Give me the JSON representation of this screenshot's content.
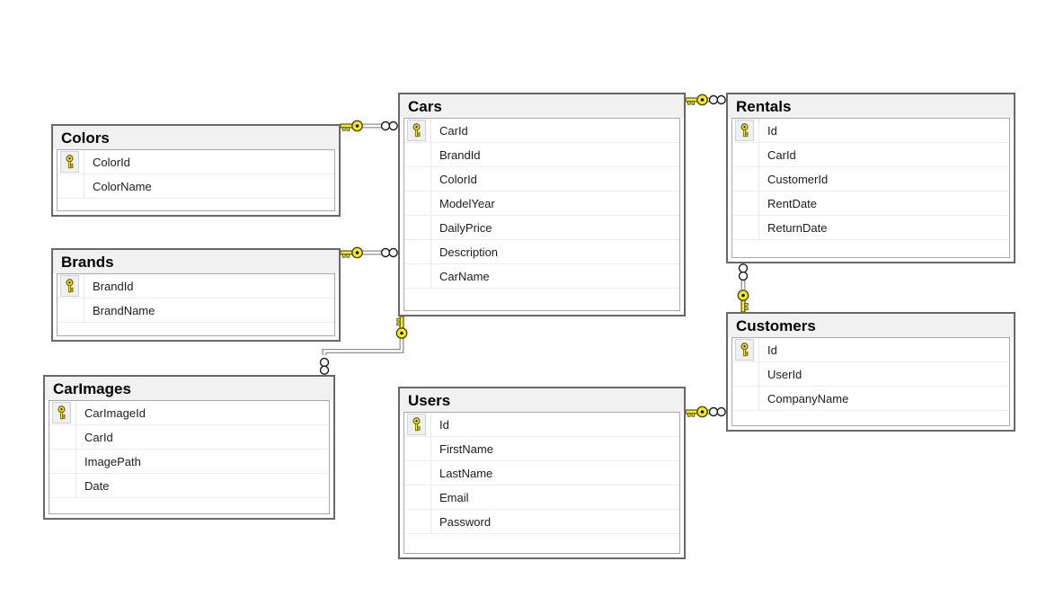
{
  "diagram": {
    "kind": "database-diagram",
    "tables": [
      {
        "name": "Colors",
        "fields": [
          {
            "name": "ColorId",
            "pk": true
          },
          {
            "name": "ColorName",
            "pk": false
          }
        ]
      },
      {
        "name": "Brands",
        "fields": [
          {
            "name": "BrandId",
            "pk": true
          },
          {
            "name": "BrandName",
            "pk": false
          }
        ]
      },
      {
        "name": "CarImages",
        "fields": [
          {
            "name": "CarImageId",
            "pk": true
          },
          {
            "name": "CarId",
            "pk": false
          },
          {
            "name": "ImagePath",
            "pk": false
          },
          {
            "name": "Date",
            "pk": false
          }
        ]
      },
      {
        "name": "Cars",
        "fields": [
          {
            "name": "CarId",
            "pk": true
          },
          {
            "name": "BrandId",
            "pk": false
          },
          {
            "name": "ColorId",
            "pk": false
          },
          {
            "name": "ModelYear",
            "pk": false
          },
          {
            "name": "DailyPrice",
            "pk": false
          },
          {
            "name": "Description",
            "pk": false
          },
          {
            "name": "CarName",
            "pk": false
          }
        ]
      },
      {
        "name": "Users",
        "fields": [
          {
            "name": "Id",
            "pk": true
          },
          {
            "name": "FirstName",
            "pk": false
          },
          {
            "name": "LastName",
            "pk": false
          },
          {
            "name": "Email",
            "pk": false
          },
          {
            "name": "Password",
            "pk": false
          }
        ]
      },
      {
        "name": "Rentals",
        "fields": [
          {
            "name": "Id",
            "pk": true
          },
          {
            "name": "CarId",
            "pk": false
          },
          {
            "name": "CustomerId",
            "pk": false
          },
          {
            "name": "RentDate",
            "pk": false
          },
          {
            "name": "ReturnDate",
            "pk": false
          }
        ]
      },
      {
        "name": "Customers",
        "fields": [
          {
            "name": "Id",
            "pk": true
          },
          {
            "name": "UserId",
            "pk": false
          },
          {
            "name": "CompanyName",
            "pk": false
          }
        ]
      }
    ],
    "relationships": [
      {
        "one_side": "Colors",
        "many_side": "Cars"
      },
      {
        "one_side": "Brands",
        "many_side": "Cars"
      },
      {
        "one_side": "Cars",
        "many_side": "Rentals"
      },
      {
        "one_side": "Cars",
        "many_side": "CarImages"
      },
      {
        "one_side": "Users",
        "many_side": "Customers"
      },
      {
        "one_side": "Customers",
        "many_side": "Rentals"
      }
    ],
    "colors": {
      "canvas_bg": "#ffffff",
      "header_bg": "#f1f1f1",
      "outer_border": "#686868",
      "inner_border": "#a9a9a9",
      "row_separator": "#ececec",
      "key_yellow": "#f7e92f",
      "connector_gray": "#909090"
    }
  }
}
